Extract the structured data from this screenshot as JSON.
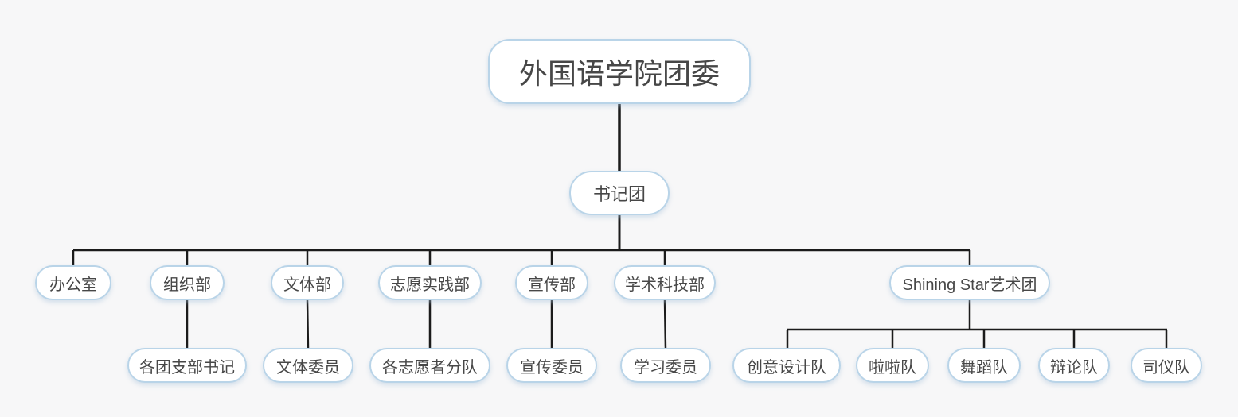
{
  "orgchart": {
    "root": {
      "label": "外国语学院团委"
    },
    "secretary": {
      "label": "书记团"
    },
    "departments": [
      {
        "label": "办公室",
        "children": []
      },
      {
        "label": "组织部",
        "children": [
          {
            "label": "各团支部书记"
          }
        ]
      },
      {
        "label": "文体部",
        "children": [
          {
            "label": "文体委员"
          }
        ]
      },
      {
        "label": "志愿实践部",
        "children": [
          {
            "label": "各志愿者分队"
          }
        ]
      },
      {
        "label": "宣传部",
        "children": [
          {
            "label": "宣传委员"
          }
        ]
      },
      {
        "label": "学术科技部",
        "children": [
          {
            "label": "学习委员"
          }
        ]
      },
      {
        "label": "Shining Star艺术团",
        "children": [
          {
            "label": "创意设计队"
          },
          {
            "label": "啦啦队"
          },
          {
            "label": "舞蹈队"
          },
          {
            "label": "辩论队"
          },
          {
            "label": "司仪队"
          }
        ]
      }
    ],
    "colors": {
      "background": "#f7f7f8",
      "node_fill": "#ffffff",
      "node_border": "#b9d4e8",
      "text": "#474747",
      "line": "#1b1b1b"
    }
  }
}
